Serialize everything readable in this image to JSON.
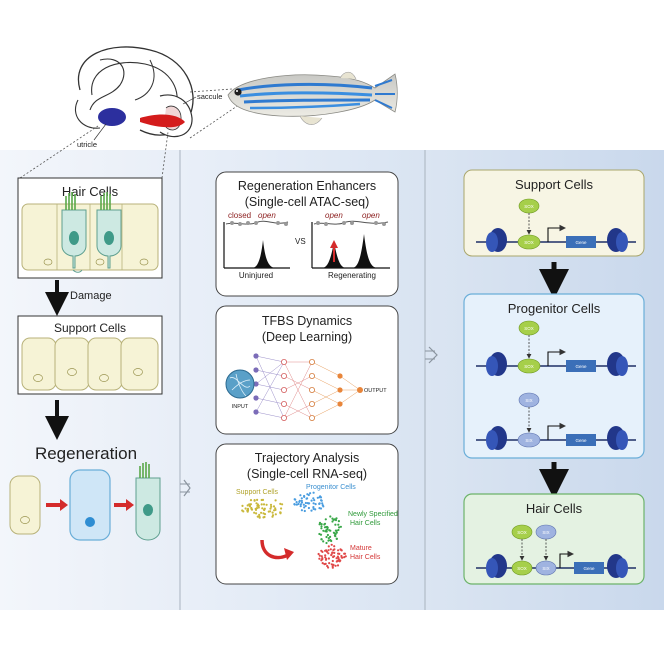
{
  "top": {
    "saccule": "saccule",
    "utricle": "utricle"
  },
  "left_panel": {
    "hair_cells_title": "Hair Cells",
    "damage": "Damage",
    "support_cells_title": "Support Cells",
    "regeneration": "Regeneration"
  },
  "middle_panel": {
    "box1": {
      "title1": "Regeneration Enhancers",
      "title2": "(Single-cell ATAC-seq)",
      "closed": "closed",
      "open1": "open",
      "vs": "VS",
      "open2": "open",
      "open3": "open",
      "uninjured": "Uninjured",
      "regenerating": "Regenerating"
    },
    "box2": {
      "title1": "TFBS Dynamics",
      "title2": "(Deep Learning)",
      "input": "INPUT",
      "output": "OUTPUT"
    },
    "box3": {
      "title1": "Trajectory Analysis",
      "title2": "(Single-cell RNA-seq)",
      "support_cells": "Support Cells",
      "progenitor_cells": "Progenitor Cells",
      "newly_specified_1": "Newly Specified",
      "newly_specified_2": "Hair Cells",
      "mature_1": "Mature",
      "mature_2": "Hair Cells"
    }
  },
  "right_panel": {
    "support_title": "Support Cells",
    "progenitor_title": "Progenitor Cells",
    "hair_title": "Hair Cells",
    "sox": "SOX",
    "six": "SIX",
    "gene": "Gene"
  },
  "colors": {
    "left_bg": "#eef3fa",
    "mid_bg": "#dfe8f4",
    "right_bg": "#cfdcee",
    "support_cell_fill": "#f6f3d6",
    "support_cell_stroke": "#b8b27a",
    "hair_cell_fill": "#cde9e2",
    "hair_cell_stroke": "#5e9f8f",
    "progenitor_fill": "#cfe6f7",
    "progenitor_stroke": "#6aaed8",
    "arrow_red": "#d42b2b",
    "sox_green": "#a6cf4a",
    "six_blue": "#9fb3e0",
    "gene_blue": "#3b6fb8"
  }
}
